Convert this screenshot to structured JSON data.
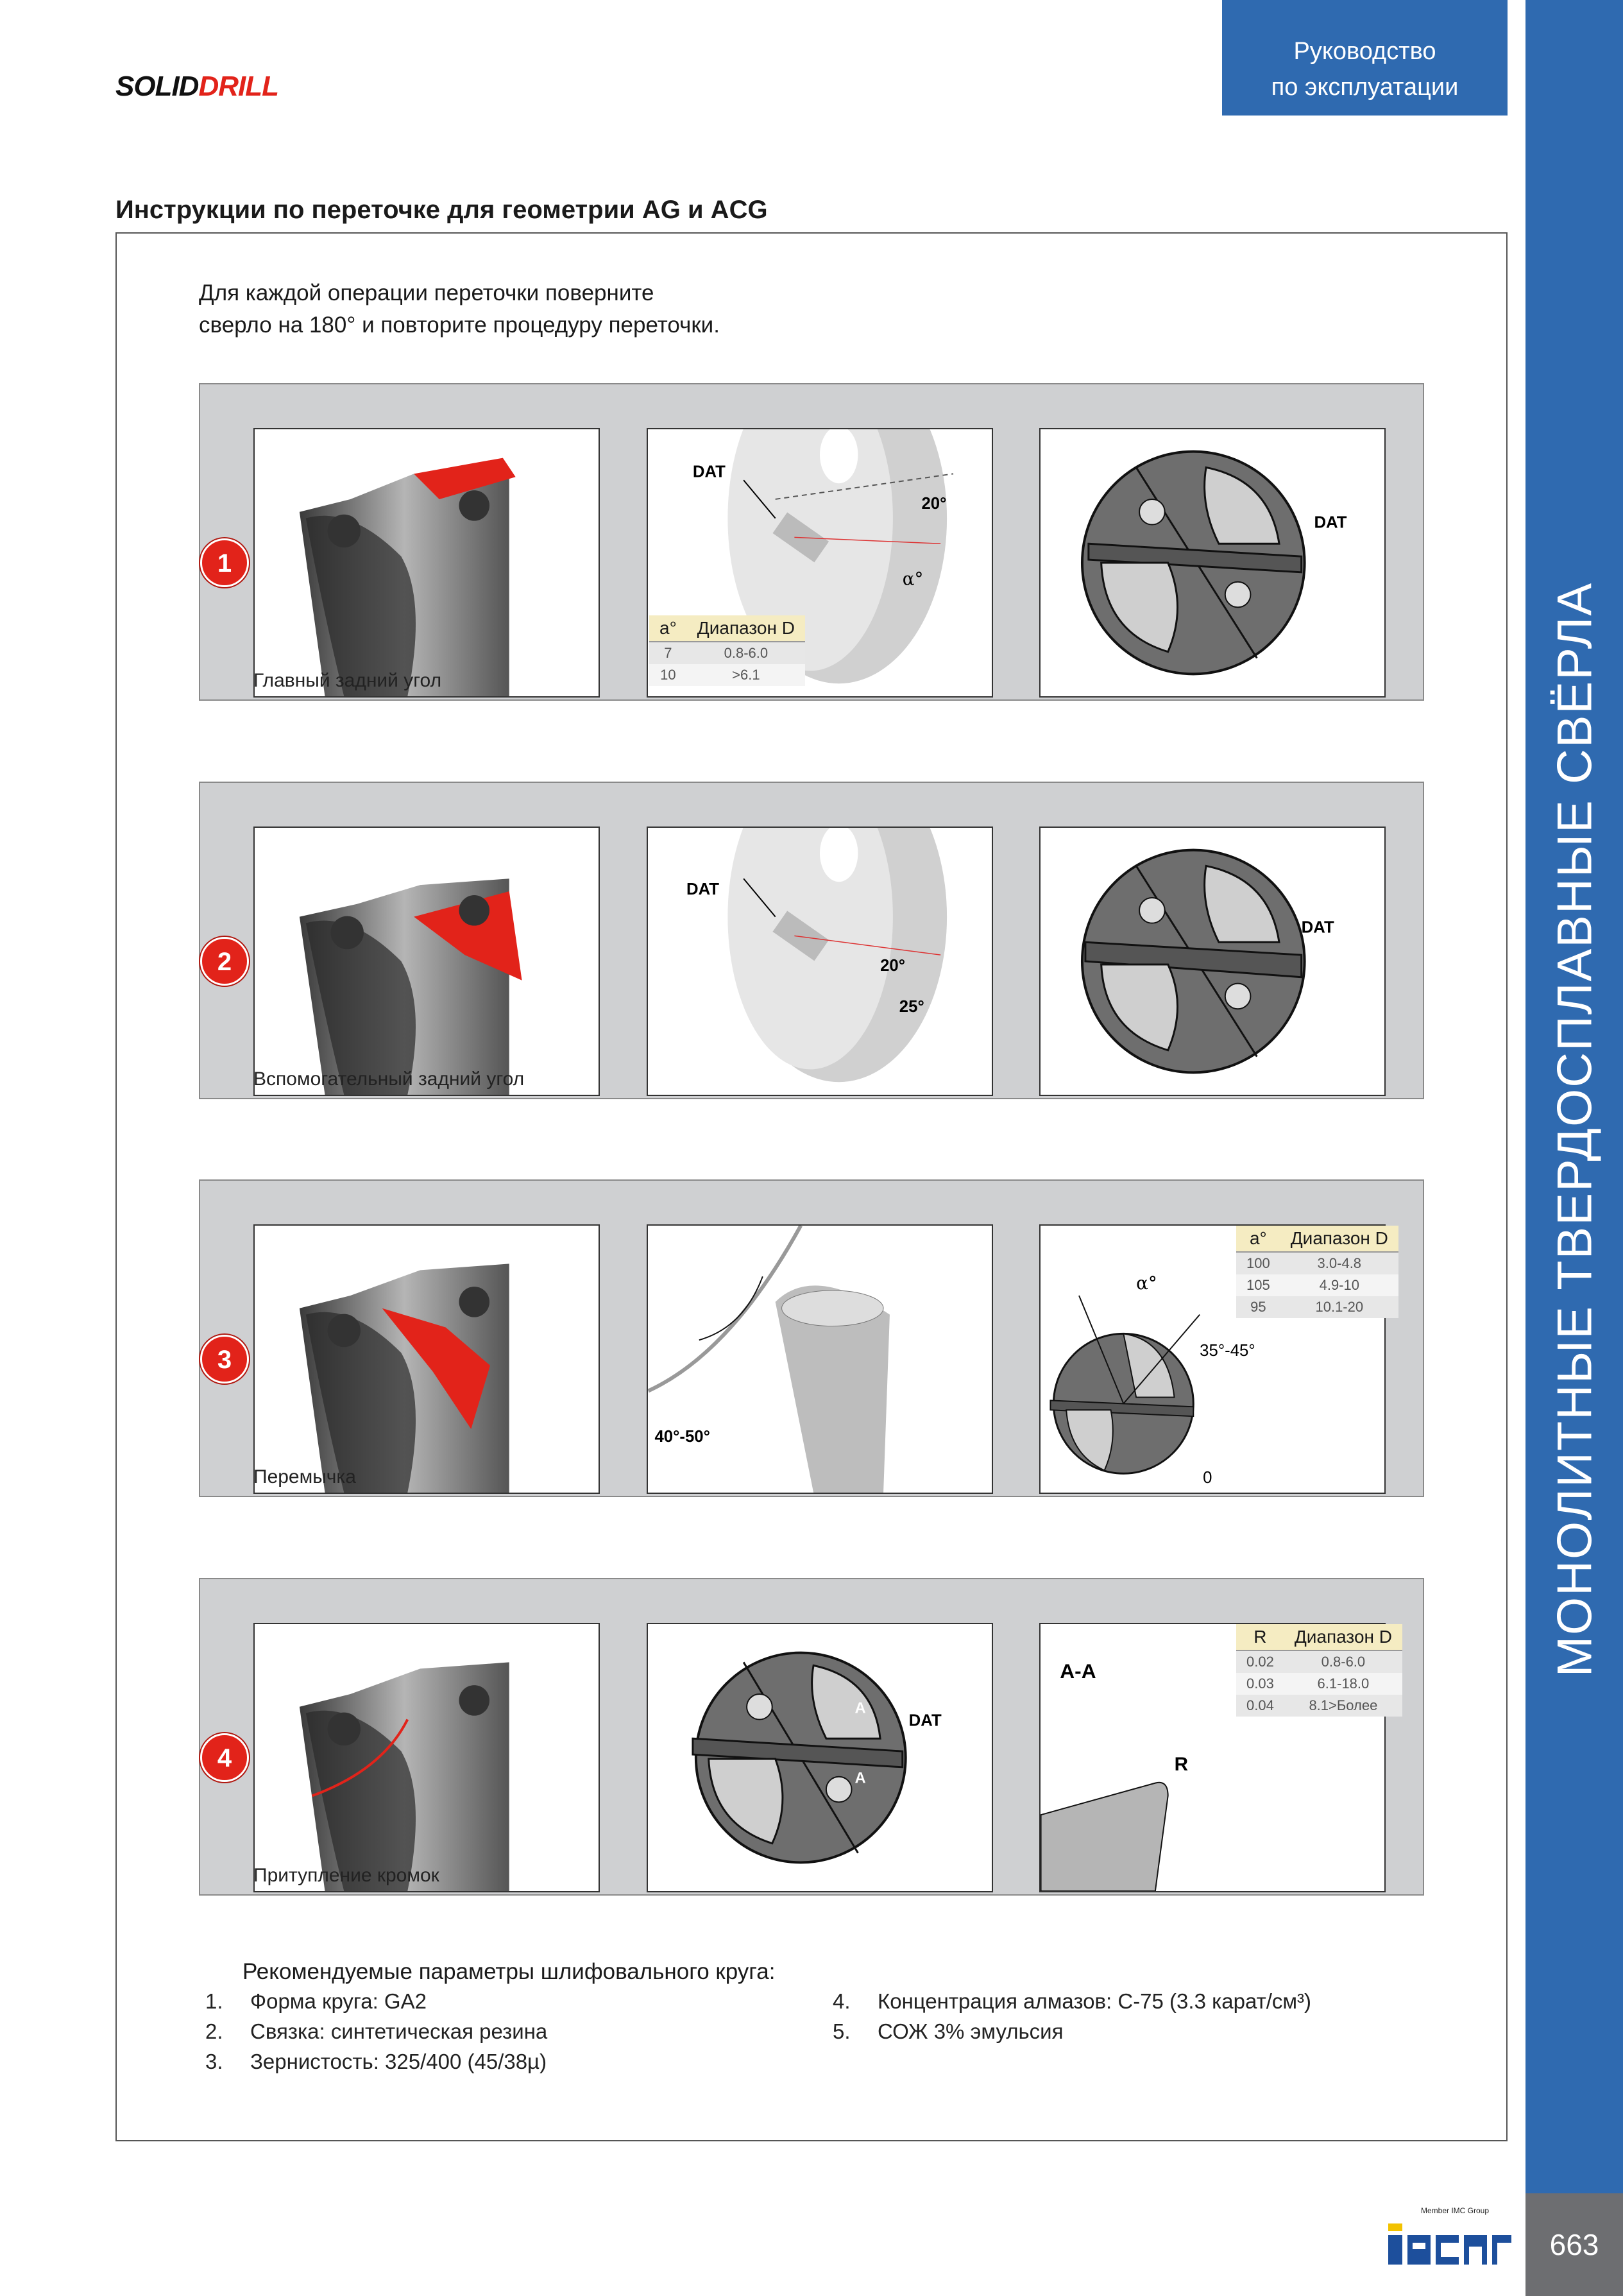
{
  "header": {
    "logo_part1": "SOLID",
    "logo_part2": "DRILL",
    "manual_line1": "Руководство",
    "manual_line2": "по эксплуатации"
  },
  "side_title": "МОНОЛИТНЫЕ ТВЕРДОСПЛАВНЫЕ СВЁРЛА",
  "page_number": "663",
  "brand": {
    "name": "iscar",
    "member": "Member IMC Group"
  },
  "section_title": "Инструкции по переточке для геометрии AG и ACG",
  "intro_line1": "Для каждой операции переточки поверните",
  "intro_line2": "сверло на 180° и повторите процедуру переточки.",
  "steps": [
    {
      "num": "1",
      "caption": "Главный задний угол"
    },
    {
      "num": "2",
      "caption": "Вспомогательный задний угол"
    },
    {
      "num": "3",
      "caption": "Перемычка"
    },
    {
      "num": "4",
      "caption": "Притупление кромок"
    }
  ],
  "labels": {
    "dat": "DAT",
    "a_deg": "α°",
    "ang20": "20°",
    "ang25": "25°",
    "ang40_50": "40°-50°",
    "ang35_45": "35°-45°",
    "zero": "0",
    "aa": "A-A",
    "a": "A",
    "r": "R"
  },
  "table1": {
    "h1": "a°",
    "h2": "Диапазон D",
    "rows": [
      [
        "7",
        "0.8-6.0"
      ],
      [
        "10",
        ">6.1"
      ]
    ]
  },
  "table3": {
    "h1": "a°",
    "h2": "Диапазон D",
    "rows": [
      [
        "100",
        "3.0-4.8"
      ],
      [
        "105",
        "4.9-10"
      ],
      [
        "95",
        "10.1-20"
      ]
    ]
  },
  "table4": {
    "h1": "R",
    "h2": "Диапазон D",
    "rows": [
      [
        "0.02",
        "0.8-6.0"
      ],
      [
        "0.03",
        "6.1-18.0"
      ],
      [
        "0.04",
        "8.1>Более"
      ]
    ]
  },
  "params": {
    "title": "Рекомендуемые параметры шлифовального круга:",
    "items": [
      {
        "n": "1.",
        "t": "Форма круга: GA2"
      },
      {
        "n": "2.",
        "t": "Связка: синтетическая резина"
      },
      {
        "n": "3.",
        "t": "Зернистость: 325/400 (45/38µ)"
      },
      {
        "n": "4.",
        "t": "Концентрация алмазов: C-75 (3.3 карат/см³)"
      },
      {
        "n": "5.",
        "t": "СОЖ 3% эмульсия"
      }
    ]
  },
  "colors": {
    "blue": "#2f6ab0",
    "red": "#e2231a",
    "grey_panel": "#cfd0d2"
  }
}
